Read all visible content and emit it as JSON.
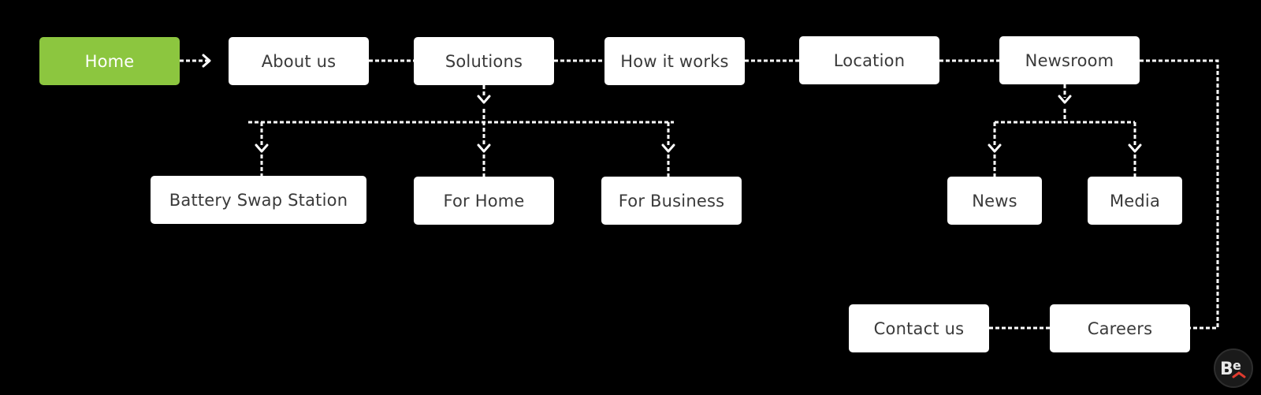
{
  "diagram": {
    "nodes": {
      "home": "Home",
      "about": "About us",
      "solutions": "Solutions",
      "how_it_works": "How it works",
      "location": "Location",
      "newsroom": "Newsroom",
      "battery_swap": "Battery Swap Station",
      "for_home": "For Home",
      "for_business": "For Business",
      "news": "News",
      "media": "Media",
      "contact": "Contact us",
      "careers": "Careers"
    },
    "active_node": "Home",
    "colors": {
      "background": "#000000",
      "node": "#ffffff",
      "node_text": "#3a3a3a",
      "active_node": "#8cc63f",
      "connector": "#ffffff"
    },
    "connections": [
      [
        "Home",
        "About us"
      ],
      [
        "About us",
        "Solutions"
      ],
      [
        "Solutions",
        "How it works"
      ],
      [
        "How it works",
        "Location"
      ],
      [
        "Location",
        "Newsroom"
      ],
      [
        "Newsroom",
        "Careers"
      ],
      [
        "Careers",
        "Contact us"
      ],
      [
        "Solutions",
        "Battery Swap Station"
      ],
      [
        "Solutions",
        "For Home"
      ],
      [
        "Solutions",
        "For Business"
      ],
      [
        "Newsroom",
        "News"
      ],
      [
        "Newsroom",
        "Media"
      ]
    ]
  },
  "watermark": {
    "icon": "behance-logo",
    "text": "Be"
  }
}
